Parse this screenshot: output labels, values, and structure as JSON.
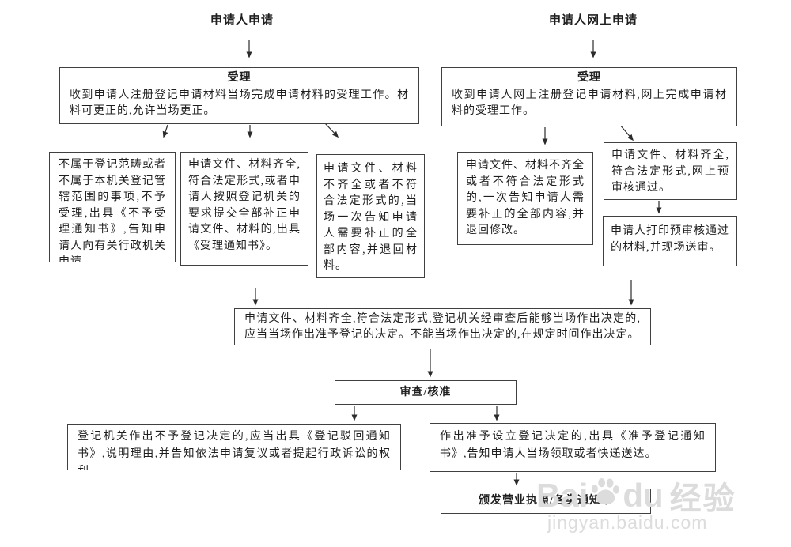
{
  "colors": {
    "background": "#ffffff",
    "box_border": "#404040",
    "text": "#1f1f1f",
    "arrow": "#2b2b2b",
    "watermark": "#dcdcdc"
  },
  "left_flow": {
    "title": "申请人申请",
    "accept": {
      "heading": "受理",
      "body": "收到申请人注册登记申请材料当场完成申请材料的受理工作。材料可更正的,允许当场更正。"
    },
    "outcome_not_in_scope": "不属于登记范畴或者不属于本机关登记管辖范围的事项,不予受理,出具《不予受理通知书》,告知申请人向有关行政机关申请",
    "outcome_complete": "申请文件、材料齐全,符合法定形式,或者申请人按照登记机关的要求提交全部补正申请文件、材料的,出具《受理通知书》。",
    "outcome_incomplete": "申请文件、材料不齐全或者不符合法定形式的,当场一次告知申请人需要补正的全部内容,并退回材料。"
  },
  "right_flow": {
    "title": "申请人网上申请",
    "accept": {
      "heading": "受理",
      "body": "收到申请人网上注册登记申请材料,网上完成申请材料的受理工作。"
    },
    "outcome_incomplete": "申请文件、材料不齐全或者不符合法定形式的,一次告知申请人需要补正的全部内容,并退回修改。",
    "outcome_complete": "申请文件、材料齐全,符合法定形式,网上预审核通过。",
    "print_submit": "申请人打印预审核通过的材料,并现场送审。"
  },
  "merged_flow": {
    "decision_rule": "申请文件、材料齐全,符合法定形式,登记机关经审查后能够当场作出决定的,应当当场作出准予登记的决定。不能当场作出决定的,在规定时间作出决定。",
    "review": "审查/核准",
    "reject_decision": "登记机关作出不予登记决定的,应当出具《登记驳回通知书》,说明理由,并告知依法申请复议或者提起行政诉讼的权利。",
    "grant_decision": "作出准予设立登记决定的,出具《准予登记通知书》,告知申请人当场领取或者快递送达。",
    "issue_license": "颁发营业执照/各类通知书"
  },
  "watermark": {
    "brand_left": "Bai",
    "brand_right": "du",
    "brand_cn": "经验",
    "url": "jingyan.baidu.com"
  }
}
